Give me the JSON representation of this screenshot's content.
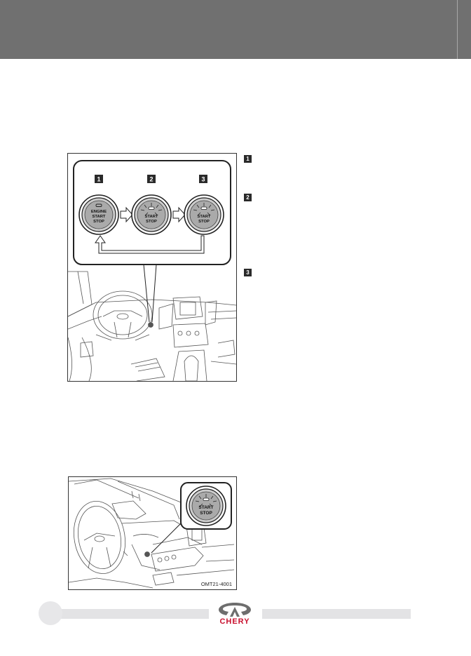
{
  "figure1": {
    "step_labels": [
      "1",
      "2",
      "3"
    ],
    "button1": {
      "engine": "ENGINE",
      "start": "START",
      "stop": "STOP"
    },
    "button2": {
      "start": "START",
      "stop": "STOP"
    },
    "button3": {
      "start": "START",
      "stop": "STOP"
    }
  },
  "side_markers": [
    "1",
    "2",
    "3"
  ],
  "figure2": {
    "button": {
      "start": "START",
      "stop": "STOP"
    },
    "code": "OMT21-4001"
  },
  "footer": {
    "brand": "CHERY",
    "brand_color": "#c8102e"
  },
  "colors": {
    "header": "#707070",
    "footer_bar": "#e3e3e5"
  }
}
